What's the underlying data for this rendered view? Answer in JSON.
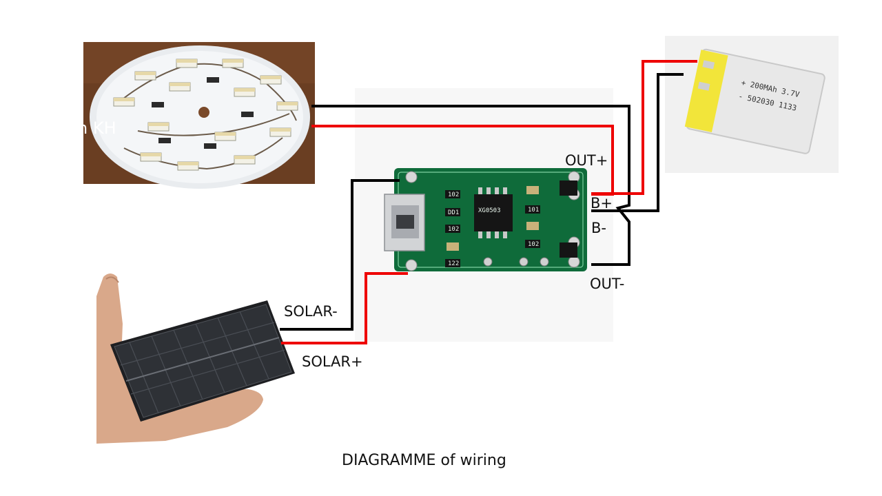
{
  "labels": {
    "out_plus": "OUT+",
    "b_plus": "B+",
    "b_minus": "B-",
    "out_minus": "OUT-",
    "solar_minus": "SOLAR-",
    "solar_plus": "SOLAR+"
  },
  "led_overlay_text": "n KH",
  "caption": "DIAGRAMME of wiring",
  "battery_text": [
    "+ 200MAh 3.7V",
    "- 502030 1133"
  ],
  "module_chip_text": "XG0503",
  "module_resistor_values": [
    "102",
    "DD1",
    "102",
    "122",
    "101",
    "102"
  ],
  "colors": {
    "wire_positive": "#ee0000",
    "wire_negative": "#000000",
    "pcb": "#0f6b3a",
    "battery_tab": "#f2e53a"
  },
  "icons": {
    "led_board": "round-led-board-photo",
    "battery": "lipo-battery-photo",
    "solar_panel": "solar-panel-in-hand-photo",
    "module": "charge-controller-module-photo"
  }
}
